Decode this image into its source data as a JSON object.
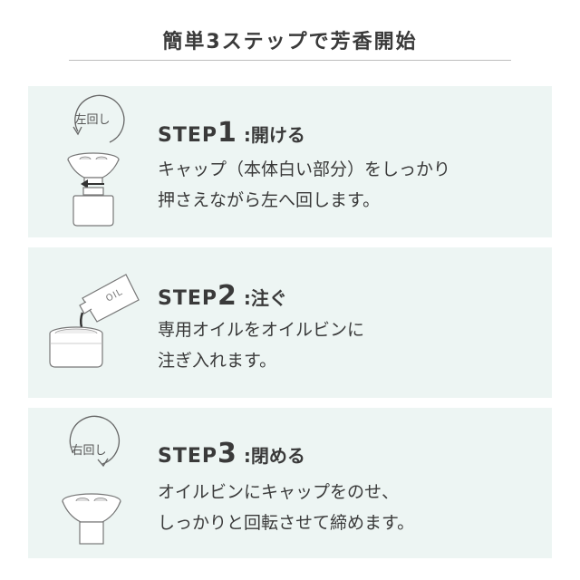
{
  "title": "簡単3ステップで芳香開始",
  "steps": [
    {
      "word": "STEP",
      "number": "1",
      "separator": ":",
      "name": "開ける",
      "rotation_label": "左回し",
      "lines": [
        "キャップ（本体白い部分）をしっかり",
        "押さえながら左へ回します。"
      ]
    },
    {
      "word": "STEP",
      "number": "2",
      "separator": ":",
      "name": "注ぐ",
      "pouch_label": "OIL",
      "lines": [
        "専用オイルをオイルビンに",
        "注ぎ入れます。"
      ]
    },
    {
      "word": "STEP",
      "number": "3",
      "separator": ":",
      "name": "閉める",
      "rotation_label": "右回し",
      "lines": [
        "オイルビンにキャップをのせ、",
        "しっかりと回転させて締めます。"
      ]
    }
  ],
  "colors": {
    "panel_bg": "#edf5f3",
    "text": "#3a3a3a",
    "rule": "#bdbdbd"
  }
}
